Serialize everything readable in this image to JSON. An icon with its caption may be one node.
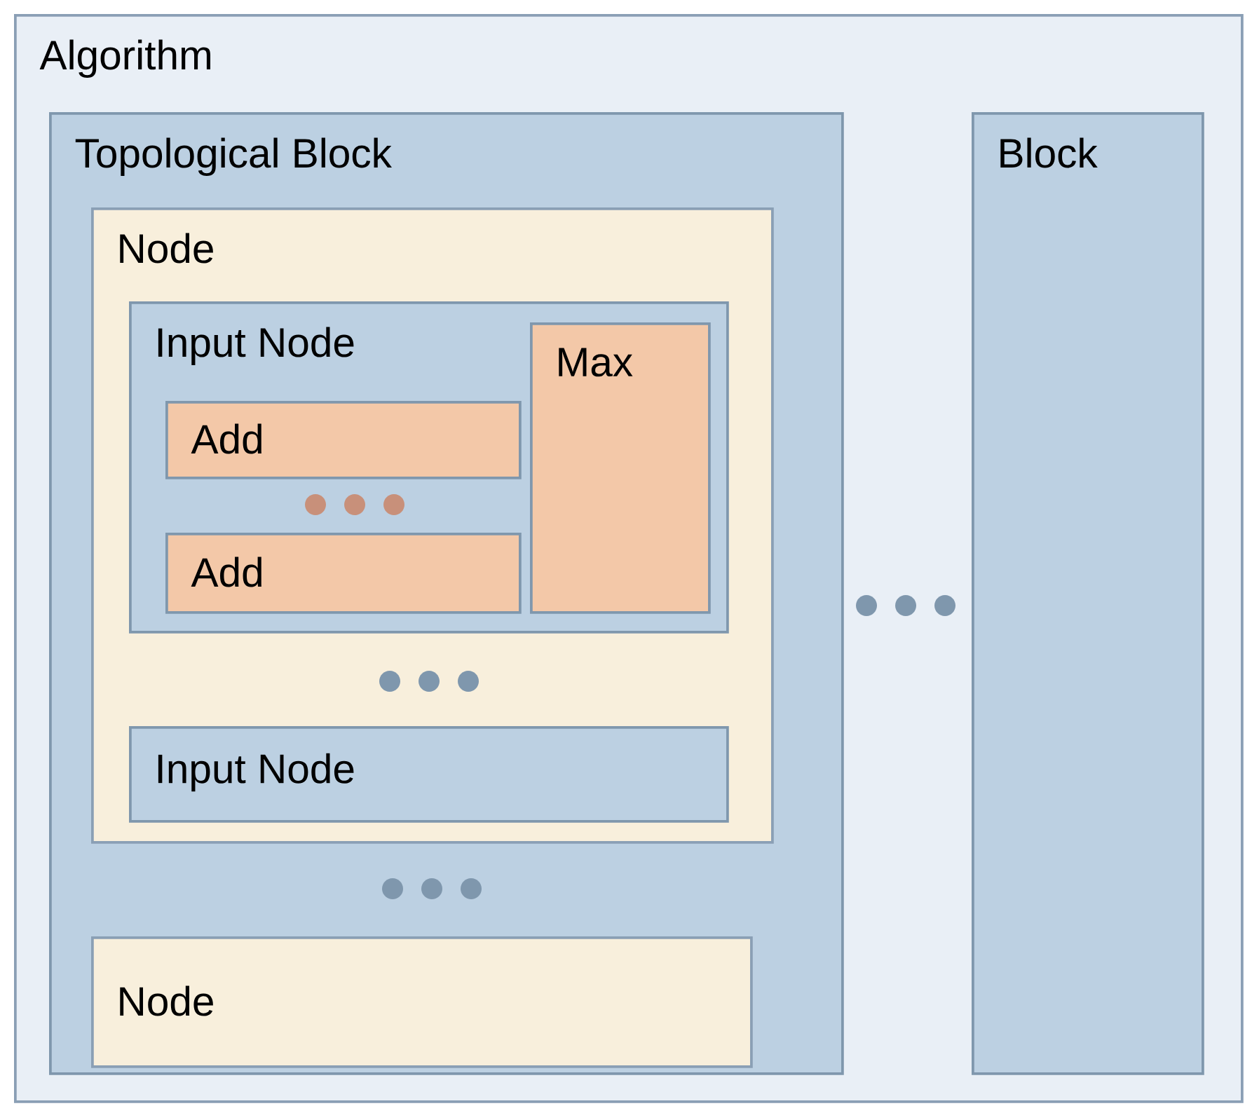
{
  "diagram": {
    "nodes": [
      {
        "text": [
          "Algorithm"
        ]
      },
      {
        "text": [
          "Topological Block"
        ],
        "in": 0
      },
      {
        "text": [
          "Node"
        ],
        "in": 1
      },
      {
        "text": [
          "Input Node"
        ],
        "in": 2
      },
      {
        "text": [
          "Add"
        ],
        "in": 3
      },
      {
        "text": [
          "Add"
        ],
        "in": 3
      },
      {
        "text": [
          "Max"
        ],
        "in": 3
      },
      {
        "text": [
          "Input Node"
        ],
        "in": 2
      },
      {
        "text": [
          "Node"
        ],
        "in": 1
      },
      {
        "text": [
          "Block"
        ],
        "in": 0
      }
    ]
  }
}
